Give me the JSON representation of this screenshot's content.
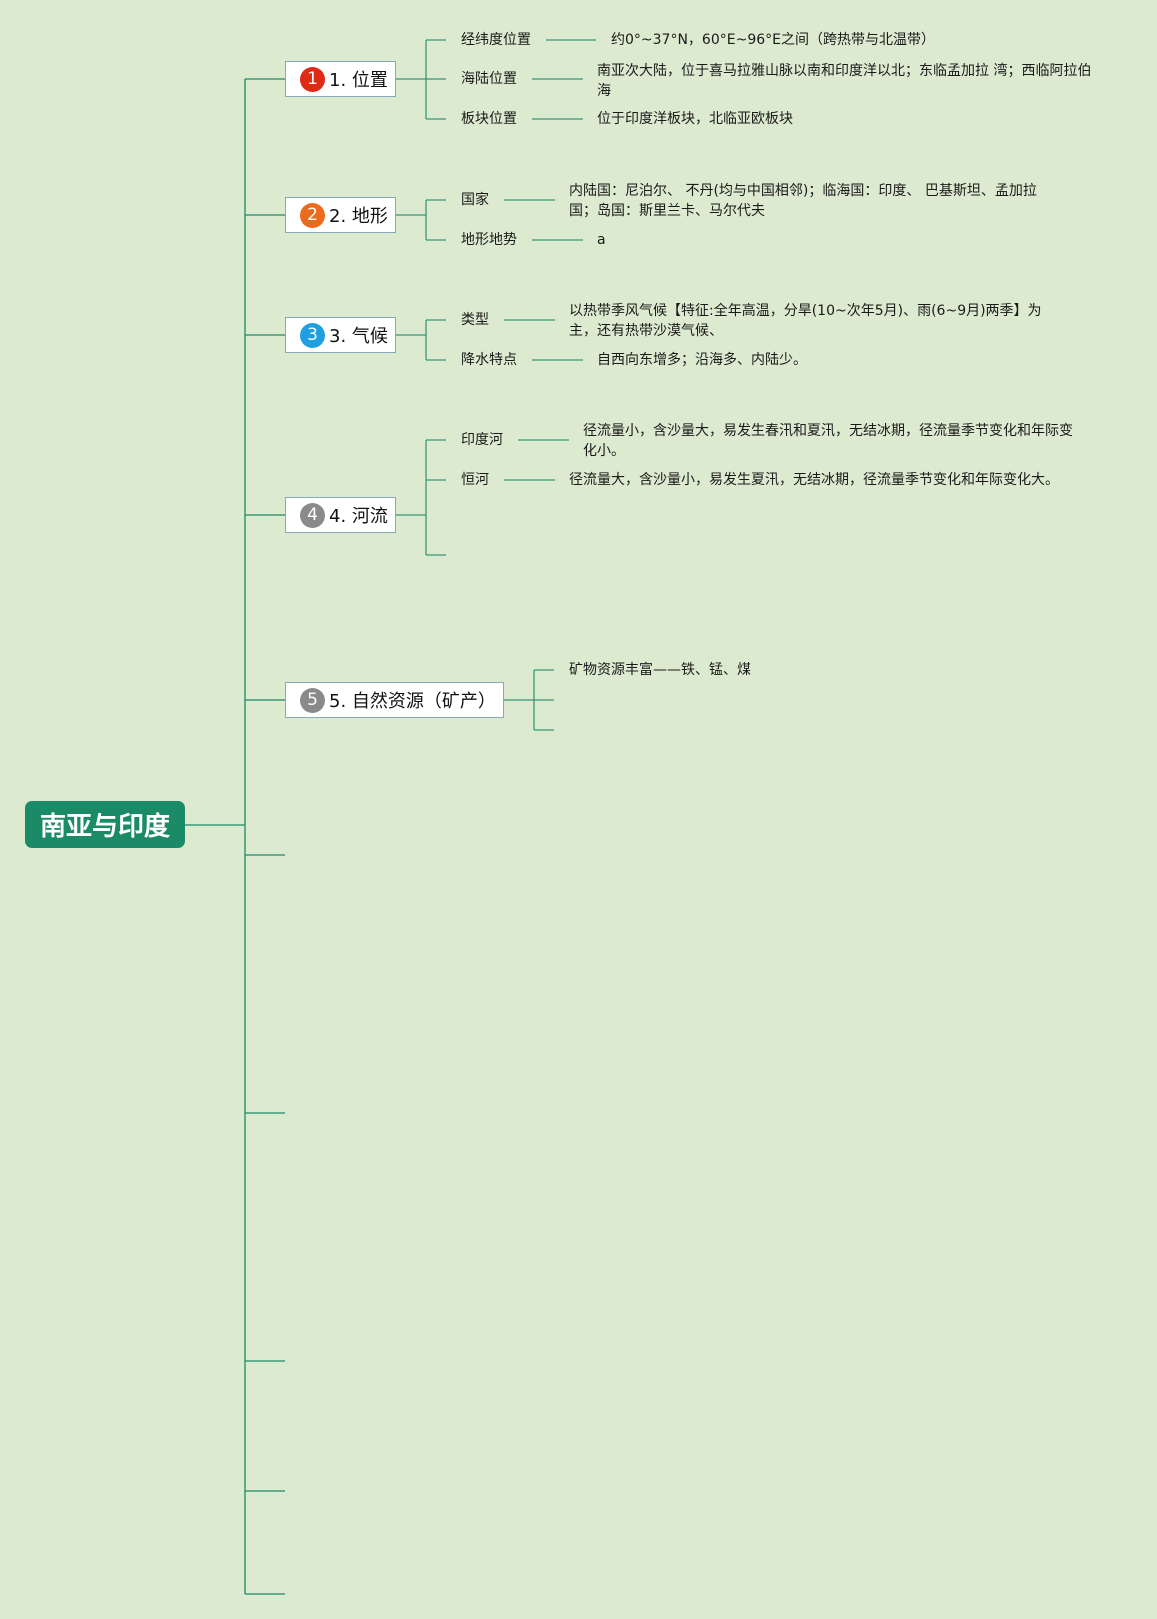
{
  "root": {
    "title": "南亚与印度"
  },
  "colors": {
    "background": "#dcead0",
    "root": "#1b8a67",
    "line": "#1b8a67",
    "badge_1": "#e02a16",
    "badge_2": "#ec6a1d",
    "badge_3": "#1f9ee0",
    "badge_4": "#8a8a8a",
    "badge_5": "#8a8a8a"
  },
  "topics": [
    {
      "badge": "1",
      "label": "1. 位置",
      "children": [
        {
          "label": "经纬度位置",
          "desc": "约0°~37°N，60°E~96°E之间（跨热带与北温带）"
        },
        {
          "label": "海陆位置",
          "desc": "南亚次大陆，位于喜马拉雅山脉以南和印度洋以北；东临孟加拉 湾；西临阿拉伯海"
        },
        {
          "label": "板块位置",
          "desc": "位于印度洋板块，北临亚欧板块"
        }
      ]
    },
    {
      "badge": "2",
      "label": "2. 地形",
      "children": [
        {
          "label": "国家",
          "desc": "内陆国：尼泊尔、 不丹(均与中国相邻)；临海国：印度、 巴基斯坦、孟加拉国；岛国：斯里兰卡、马尔代夫"
        },
        {
          "label": "地形地势",
          "desc": "a"
        }
      ]
    },
    {
      "badge": "3",
      "label": "3. 气候",
      "children": [
        {
          "label": "类型",
          "desc": "以热带季风气候【特征:全年高温，分旱(10~次年5月)、雨(6~9月)两季】为主，还有热带沙漠气候、"
        },
        {
          "label": "降水特点",
          "desc": "自西向东增多；沿海多、内陆少。"
        }
      ]
    },
    {
      "badge": "4",
      "label": "4. 河流",
      "children": [
        {
          "label": "印度河",
          "desc": "径流量小，含沙量大，易发生春汛和夏汛，无结冰期，径流量季节变化和年际变化小。"
        },
        {
          "label": "恒河",
          "desc": "径流量大，含沙量小，易发生夏汛，无结冰期，径流量季节变化和年际变化大。"
        }
      ]
    },
    {
      "badge": "5",
      "label": "5. 自然资源（矿产）",
      "children": [
        {
          "label": "矿物资源丰富——铁、锰、煤"
        }
      ]
    }
  ]
}
